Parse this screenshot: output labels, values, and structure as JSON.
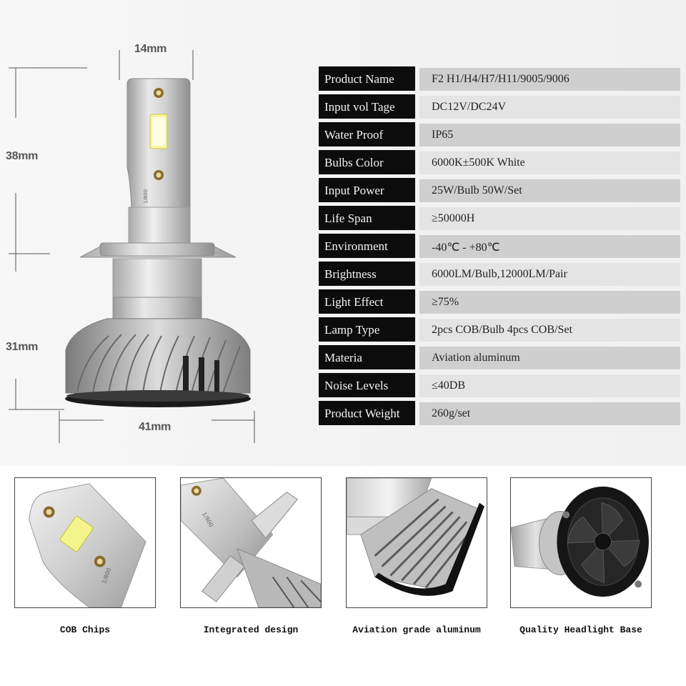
{
  "dimensions": {
    "width_top": "14mm",
    "height_upper": "38mm",
    "height_lower": "31mm",
    "width_base": "41mm"
  },
  "bulb_marking": "1/800",
  "specs": [
    {
      "label": "Product Name",
      "value": "F2 H1/H4/H7/H11/9005/9006"
    },
    {
      "label": "Input vol Tage",
      "value": "DC12V/DC24V"
    },
    {
      "label": "Water Proof",
      "value": "IP65"
    },
    {
      "label": "Bulbs Color",
      "value": "6000K±500K White"
    },
    {
      "label": "Input Power",
      "value": "25W/Bulb  50W/Set"
    },
    {
      "label": "Life Span",
      "value": "≥50000H"
    },
    {
      "label": "Environment",
      "value": "-40℃ - +80℃"
    },
    {
      "label": "Brightness",
      "value": "6000LM/Bulb,12000LM/Pair"
    },
    {
      "label": "Light Effect",
      "value": "≥75%"
    },
    {
      "label": "Lamp Type",
      "value": "2pcs COB/Bulb  4pcs COB/Set"
    },
    {
      "label": "Materia",
      "value": "Aviation aluminum"
    },
    {
      "label": "Noise Levels",
      "value": "≤40DB"
    },
    {
      "label": "Product Weight",
      "value": "260g/set"
    }
  ],
  "features": [
    {
      "caption": "COB Chips",
      "icon": "cob-chip-closeup"
    },
    {
      "caption": "Integrated design",
      "icon": "bulb-body-closeup"
    },
    {
      "caption": "Aviation grade aluminum",
      "icon": "heatsink-closeup"
    },
    {
      "caption": "Quality Headlight Base",
      "icon": "fan-base-closeup"
    }
  ]
}
